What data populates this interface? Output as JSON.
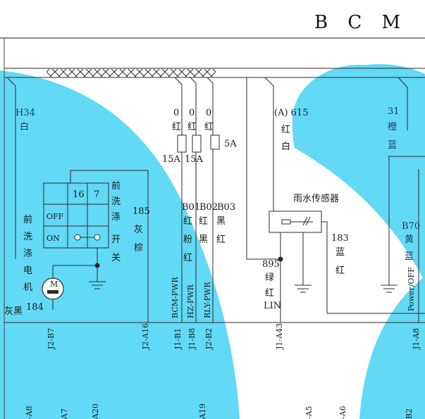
{
  "title": "B C M",
  "colors": {
    "cyan": "#62d9f5",
    "wire": "#2a2a2a",
    "border": "#444444"
  },
  "left": {
    "connector": "H34",
    "connector_color": "白",
    "switch_cols": [
      "16",
      "7"
    ],
    "switch_rows": [
      "OFF",
      "ON"
    ],
    "switch_name": [
      "前",
      "洗",
      "涤",
      "开",
      "关"
    ],
    "motor_name": [
      "前",
      "洗",
      "涤",
      "电",
      "机"
    ],
    "motor_symbol": "M",
    "wire_num": "184",
    "wire_color": "灰黑",
    "wire2_num": "185",
    "wire2_color": [
      "灰",
      "棕"
    ],
    "pins": [
      "J2-B7",
      "J2-A16"
    ]
  },
  "fuses": {
    "top": [
      {
        "num": "0",
        "color": "红"
      },
      {
        "num": "0",
        "color": "红"
      },
      {
        "num": "0",
        "color": "红"
      }
    ],
    "ratings": [
      "15A",
      "15A",
      "5A"
    ],
    "codes": [
      {
        "code": "B01",
        "colors": [
          "红",
          "粉",
          "红"
        ]
      },
      {
        "code": "B02",
        "colors": [
          "红",
          "黑"
        ]
      },
      {
        "code": "B03",
        "colors": [
          "黑",
          "红"
        ]
      }
    ],
    "signals": [
      "BCM-PWR",
      "HZ-PWR",
      "RLY-PWR"
    ],
    "pins": [
      "J1-B1",
      "J1-B8",
      "J2-B2"
    ]
  },
  "sensor": {
    "wire_a": "(A) 615",
    "wire_a_colors": [
      "红",
      "白"
    ],
    "name": "雨水传感器",
    "wire_895": "895",
    "wire_895_colors": [
      "绿",
      "红"
    ],
    "signal": "LIN",
    "pin": "J1-A43",
    "wire_183": "183",
    "wire_183_colors": [
      "蓝",
      "红"
    ]
  },
  "right": {
    "wire_31": "31",
    "wire_31_colors": [
      "橙",
      "蓝"
    ],
    "wire_b70": "B70",
    "wire_b70_colors": [
      "黄",
      "蓝"
    ],
    "signal": "Power/OFF",
    "pin": "J1-A8"
  },
  "bottom_pins": [
    "-A8",
    "A7",
    "A20",
    "A19",
    "-A5",
    "-A6",
    "B2"
  ]
}
